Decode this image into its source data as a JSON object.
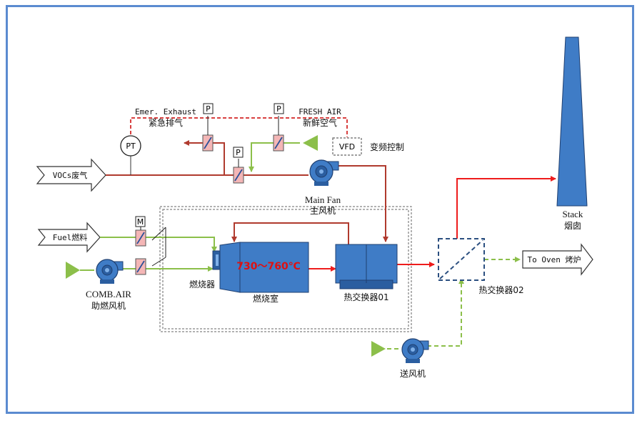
{
  "labels": {
    "vocs": "VOCs废气",
    "fuel": "Fuel燃料",
    "comb_air_en": "COMB.AIR",
    "comb_air_cn": "助燃风机",
    "main_fan_en": "Main Fan",
    "main_fan_cn": "主风机",
    "emer_en": "Emer. Exhaust",
    "emer_cn": "紧急排气",
    "fresh_en": "FRESH AIR",
    "fresh_cn": "新鲜空气",
    "vfd": "VFD",
    "vfd_cn": "变频控制",
    "pt": "PT",
    "p": "P",
    "m": "M",
    "burner": "燃烧器",
    "chamber": "燃烧室",
    "temp": "730～760℃",
    "hx1": "热交换器01",
    "hx2": "热交换器02",
    "stack_en": "Stack",
    "stack_cn": "烟囱",
    "to_oven": "To Oven 烤炉",
    "blower": "送风机"
  },
  "colors": {
    "frame": "#5b8bd0",
    "red_line": "#ee1c1c",
    "dark_red_line": "#b03a2e",
    "green_line": "#8cbf4a",
    "equipment": "#3f7cc6",
    "damper": "#f4b6b6",
    "dashed_red": "#cc0000"
  }
}
